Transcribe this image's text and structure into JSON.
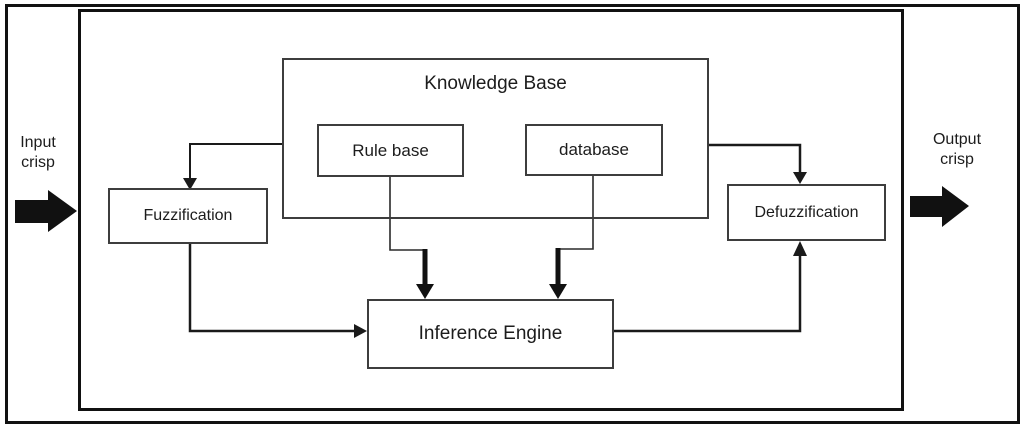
{
  "diagram": {
    "title": "Fuzzy logic system block diagram",
    "colors": {
      "background": "#ffffff",
      "frame_border": "#111111",
      "box_border": "#3d3d3d",
      "line": "#1a1a1a",
      "text": "#1c1c1c"
    },
    "io": {
      "input": {
        "line1": "Input",
        "line2": "crisp"
      },
      "output": {
        "line1": "Output",
        "line2": "crisp"
      }
    },
    "blocks": {
      "knowledge_base": {
        "label": "Knowledge Base"
      },
      "rule_base": {
        "label": "Rule base"
      },
      "database": {
        "label": "database"
      },
      "fuzzification": {
        "label": "Fuzzification"
      },
      "defuzzification": {
        "label": "Defuzzification"
      },
      "inference_engine": {
        "label": "Inference Engine"
      }
    },
    "connections": [
      "input-crisp to fuzzification (external thick arrow)",
      "knowledge-base to fuzzification",
      "knowledge-base to defuzzification",
      "rule-base to inference-engine",
      "database to inference-engine",
      "fuzzification to inference-engine",
      "inference-engine to defuzzification",
      "defuzzification to output-crisp (external thick arrow)"
    ]
  }
}
